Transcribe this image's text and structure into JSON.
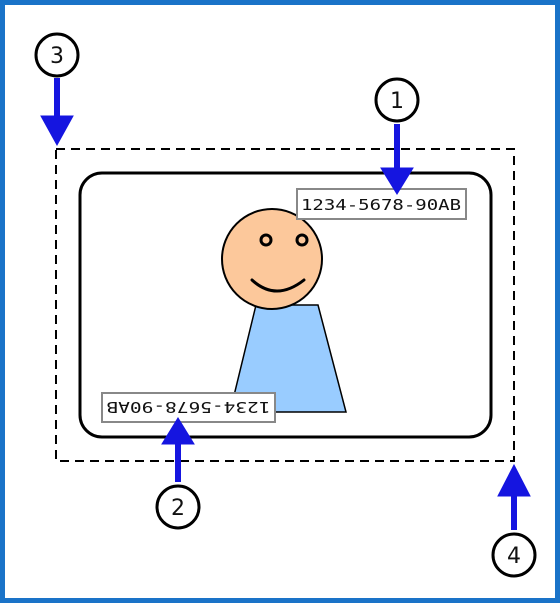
{
  "diagram": {
    "serial_top": "1234-5678-90AB",
    "serial_bottom": "1234-5678-90AB",
    "markers": [
      "1",
      "2",
      "3",
      "4"
    ]
  },
  "colors": {
    "frame": "#1a73c8",
    "arrow": "#1515e0",
    "face": "#fcc89b",
    "body": "#99ccff"
  }
}
